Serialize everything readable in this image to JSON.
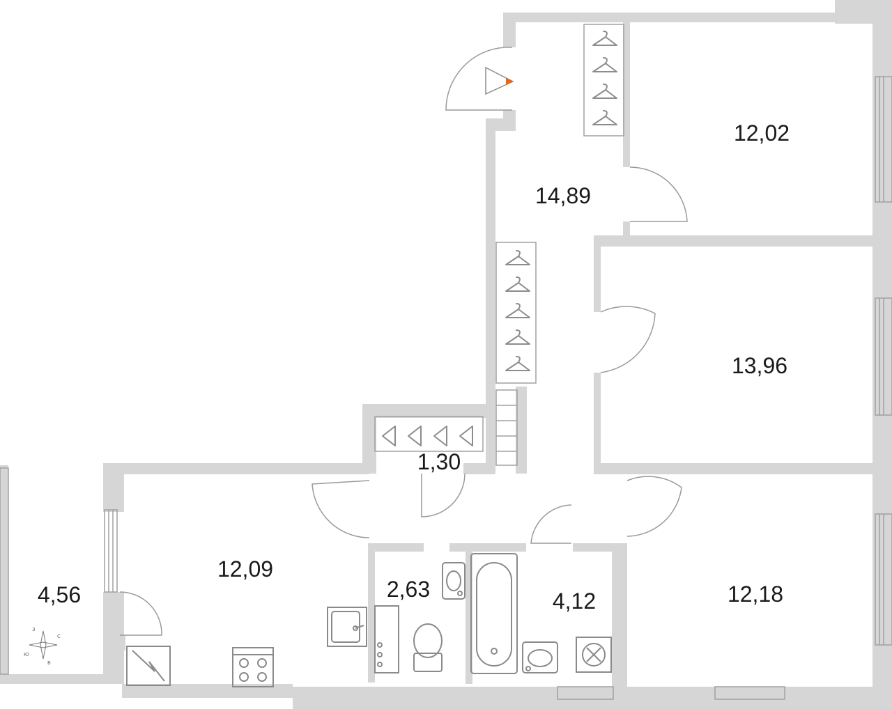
{
  "plan": {
    "rooms": [
      {
        "id": "bedroom-top-right",
        "area": "12,02"
      },
      {
        "id": "hallway",
        "area": "14,89"
      },
      {
        "id": "bedroom-middle-right",
        "area": "13,96"
      },
      {
        "id": "closet",
        "area": "1,30"
      },
      {
        "id": "kitchen",
        "area": "12,09"
      },
      {
        "id": "balcony",
        "area": "4,56"
      },
      {
        "id": "toilet",
        "area": "2,63"
      },
      {
        "id": "bathroom",
        "area": "4,12"
      },
      {
        "id": "bedroom-bottom-right",
        "area": "12,18"
      }
    ],
    "compass": {
      "north": "С",
      "south": "Ю",
      "east": "В",
      "west": "З"
    },
    "colors": {
      "wall": "#d6d6d6",
      "line": "#a0a0a0",
      "entrance_marker": "#e8651a"
    }
  }
}
